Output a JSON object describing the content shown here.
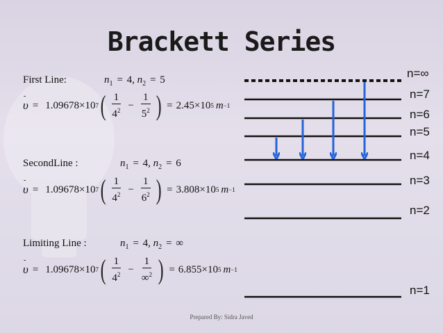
{
  "title": "Brackett Series",
  "lines": [
    {
      "label": "First Line:",
      "n1": "4",
      "n2": "5",
      "coef": "1.09678",
      "exp7": "7",
      "den2_base": "5",
      "result": "2.45",
      "exp5": "5",
      "unit_exp": "−1"
    },
    {
      "label": "SecondLine :",
      "n1": "4",
      "n2": "6",
      "coef": "1.09678",
      "exp7": "7",
      "den2_base": "6",
      "result": "3.808",
      "exp5": "5",
      "unit_exp": "−1"
    },
    {
      "label": "Limiting Line :",
      "n1": "4",
      "n2": "∞",
      "coef": "1.09678",
      "exp7": "7",
      "den2_base": "∞",
      "result": "6.855",
      "exp5": "5",
      "unit_exp": "−1"
    }
  ],
  "common": {
    "one": "1",
    "four": "4",
    "sq": "2",
    "ten": "10",
    "times": "×",
    "eq": "=",
    "minus": "−",
    "m": "m",
    "nu": "υ"
  },
  "levels": [
    "n=∞",
    "n=7",
    "n=6",
    "n=5",
    "n=4",
    "n=3",
    "n=2",
    "n=1"
  ],
  "colors": {
    "arrow": "#2563d9",
    "line": "#111111"
  },
  "footer": "Prepared By: Sidra Javed"
}
